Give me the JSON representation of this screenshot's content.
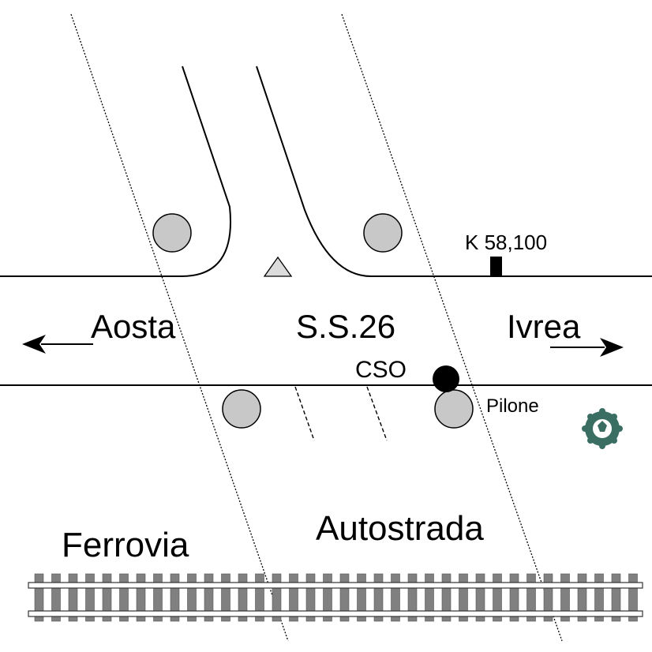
{
  "labels": {
    "aosta": "Aosta",
    "road": "S.S.26",
    "ivrea": "Ivrea",
    "cso": "CSO",
    "km_marker": "K 58,100",
    "pylon": "Pilone",
    "autostrada": "Autostrada",
    "railway": "Ferrovia"
  },
  "colors": {
    "line": "#000000",
    "pylon_fill": "#c8c8c8",
    "warning_fill": "#dcdcdc",
    "rail_fill": "#808080",
    "tree_fill": "#3a6e63"
  },
  "icons": {
    "pylon": "gray-circle",
    "cso": "black-dot",
    "km_marker": "black-rectangle",
    "warning": "triangle",
    "tree": "tree-symbol"
  }
}
